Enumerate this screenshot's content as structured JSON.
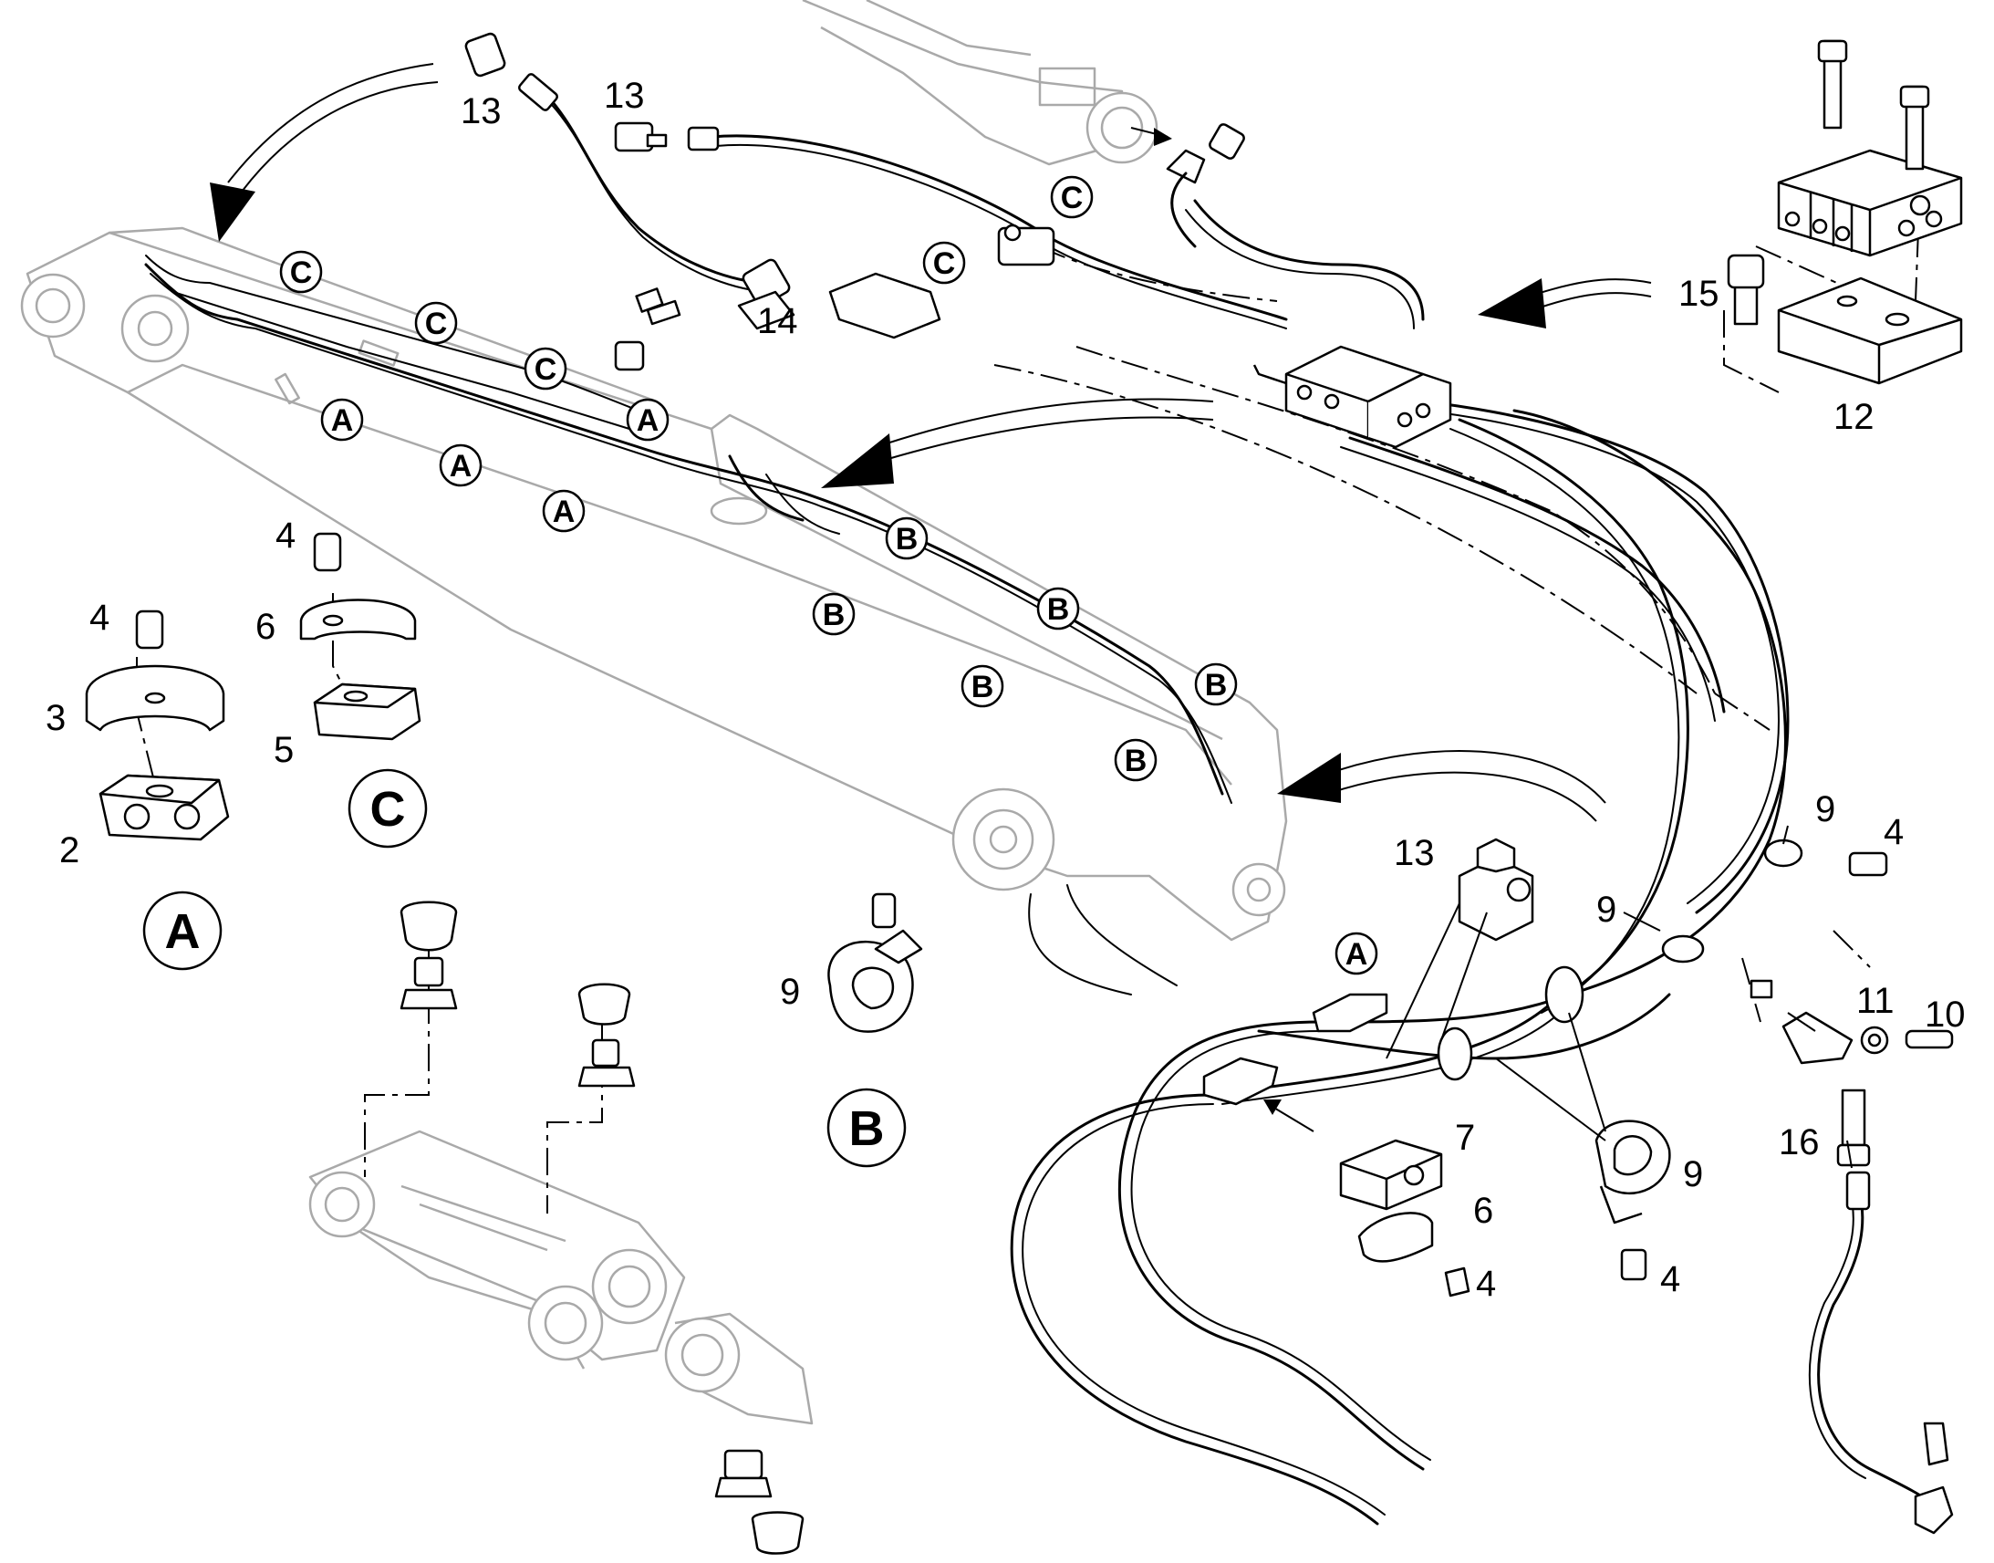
{
  "diagram": {
    "part_numbers": {
      "n13_top_left": "13",
      "n13_top_mid": "13",
      "n14": "14",
      "n15": "15",
      "n12": "12",
      "n4_detail_a": "4",
      "n3": "3",
      "n2": "2",
      "n4_detail_c": "4",
      "n6_detail_c": "6",
      "n5": "5",
      "n9_detail_b": "9",
      "n13_right": "13",
      "n9_right_top": "9",
      "n4_right_top": "4",
      "n9_right_mid": "9",
      "n11": "11",
      "n10": "10",
      "n7": "7",
      "n6_right": "6",
      "n4_right_low1": "4",
      "n9_right_low": "9",
      "n4_right_low2": "4",
      "n16": "16"
    },
    "detail_labels": {
      "detail_a": "A",
      "detail_b": "B",
      "detail_c": "C"
    },
    "clamp_markers": {
      "A": "A",
      "B": "B",
      "C": "C"
    }
  }
}
